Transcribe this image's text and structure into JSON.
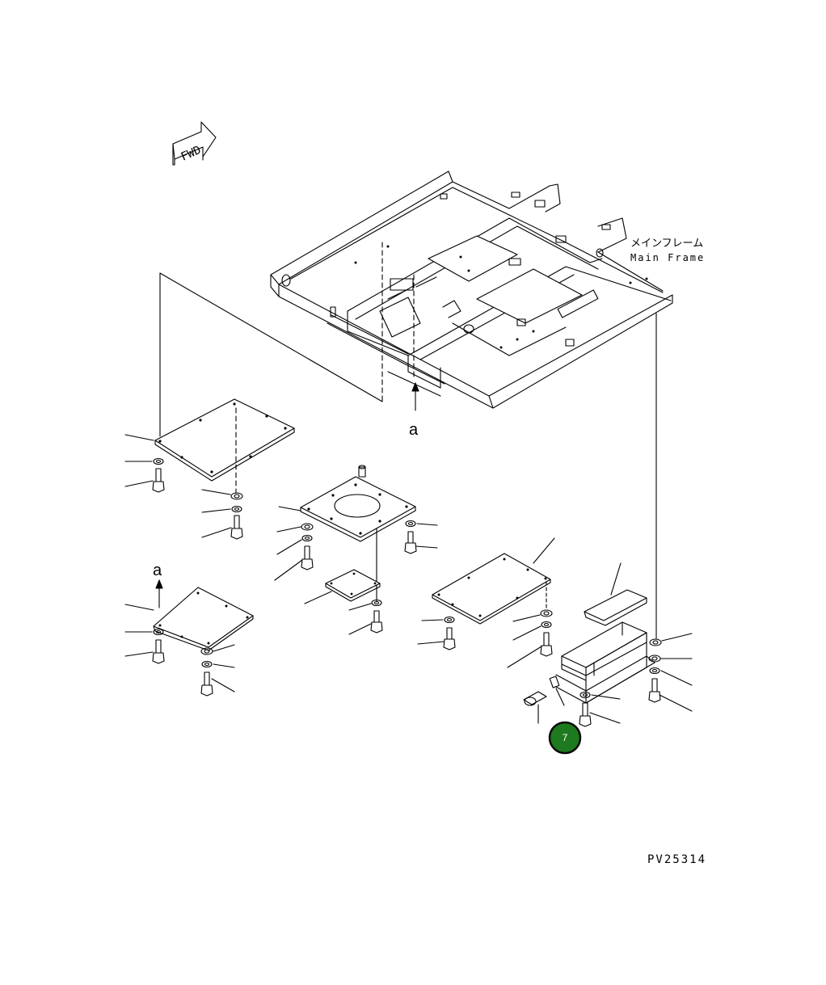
{
  "fwd_label": "FWD",
  "main_frame": {
    "label_jp": "メインフレーム",
    "label_en": "Main Frame"
  },
  "view_marker": {
    "top": "a",
    "bottom": "a"
  },
  "callout": {
    "number": "7",
    "color": "#1e7a1e"
  },
  "drawing_number": "PV25314"
}
